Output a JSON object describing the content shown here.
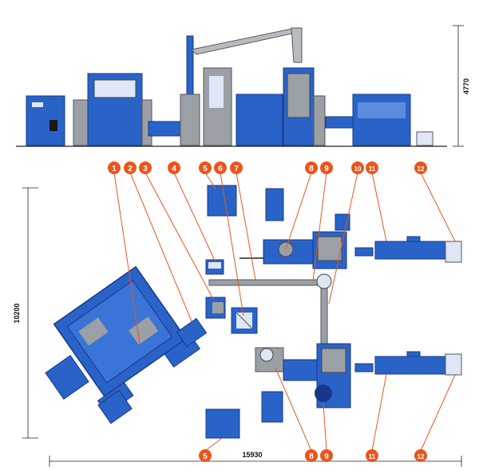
{
  "dimensions": {
    "height": "4770",
    "depth": "10200",
    "length": "15930"
  },
  "callouts_top": [
    "1",
    "2",
    "3",
    "4",
    "5",
    "6",
    "7",
    "8",
    "9",
    "10",
    "11",
    "12"
  ],
  "callouts_bottom": [
    "5",
    "8",
    "9",
    "11",
    "12"
  ],
  "colors": {
    "machine_blue": "#2a63c8",
    "machine_dark": "#17388a",
    "callout_orange": "#e8561c",
    "steel_grey": "#9aa0a6"
  }
}
